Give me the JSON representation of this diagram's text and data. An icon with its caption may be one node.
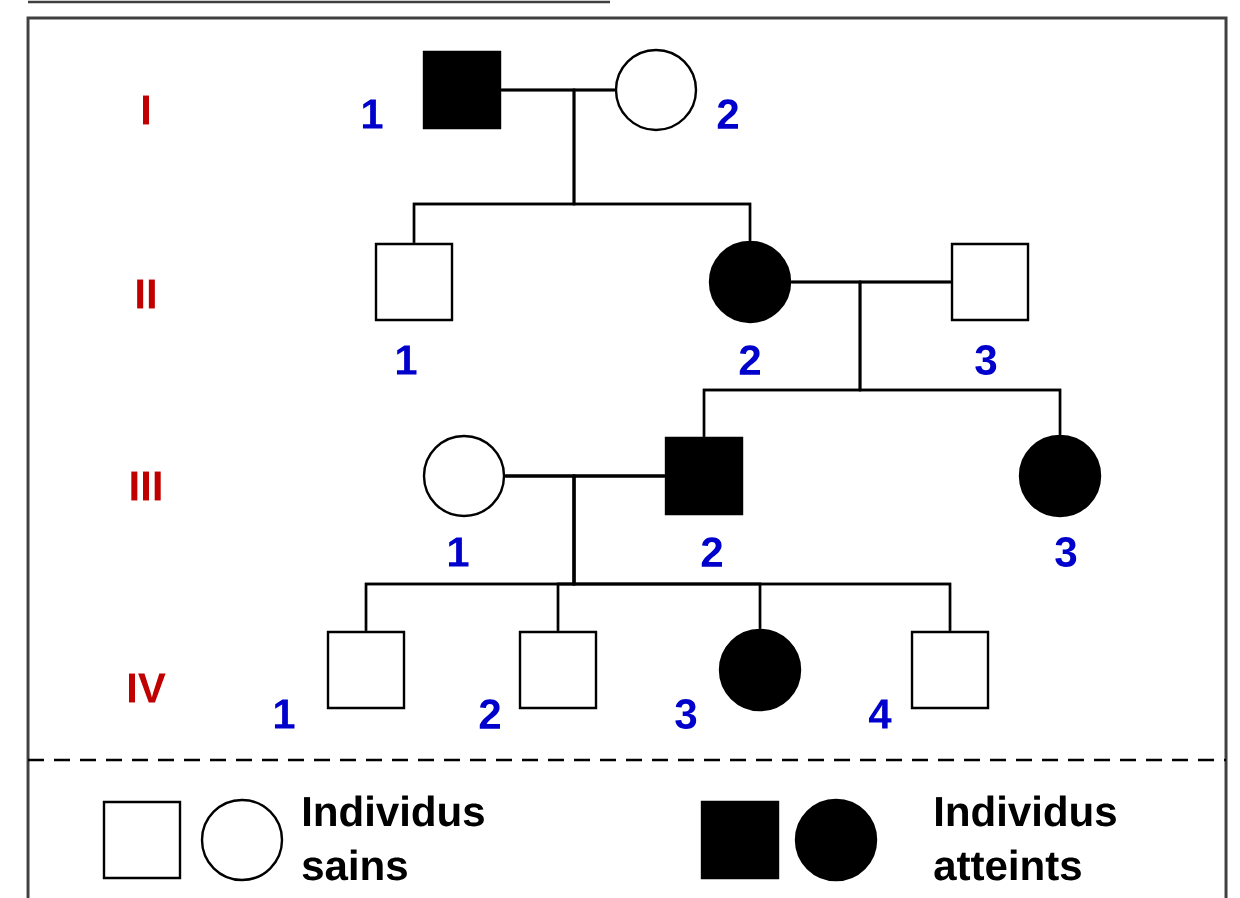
{
  "diagram": {
    "nodes": [
      {
        "text": [],
        "shape": "box",
        "beside": [
          "1"
        ]
      },
      {
        "text": [],
        "shape": "circle",
        "beside": [
          "2"
        ]
      },
      {
        "text": [],
        "shape": "box",
        "beside": [
          "1"
        ]
      },
      {
        "text": [],
        "shape": "circle",
        "beside": [
          "2"
        ]
      },
      {
        "text": [],
        "shape": "box",
        "beside": [
          "3"
        ]
      },
      {
        "text": [],
        "shape": "circle",
        "beside": [
          "1"
        ]
      },
      {
        "text": [],
        "shape": "box",
        "beside": [
          "2"
        ]
      },
      {
        "text": [],
        "shape": "circle",
        "beside": [
          "3"
        ]
      },
      {
        "text": [],
        "shape": "box",
        "beside": [
          "1"
        ]
      },
      {
        "text": [],
        "shape": "box",
        "beside": [
          "2"
        ]
      },
      {
        "text": [],
        "shape": "circle",
        "beside": [
          "3"
        ]
      },
      {
        "text": [],
        "shape": "box",
        "beside": [
          "4"
        ]
      }
    ],
    "edges": [
      {
        "from": 0,
        "to": 1,
        "arrow": "none"
      },
      {
        "from": 0,
        "to": 2,
        "arrow": "none"
      },
      {
        "from": 1,
        "to": 2,
        "arrow": "none"
      },
      {
        "from": 0,
        "to": 3,
        "arrow": "none"
      },
      {
        "from": 1,
        "to": 3,
        "arrow": "none"
      },
      {
        "from": 3,
        "to": 4,
        "arrow": "none"
      },
      {
        "from": 3,
        "to": 6,
        "arrow": "none"
      },
      {
        "from": 4,
        "to": 6,
        "arrow": "none"
      },
      {
        "from": 3,
        "to": 7,
        "arrow": "none"
      },
      {
        "from": 4,
        "to": 7,
        "arrow": "none"
      },
      {
        "from": 5,
        "to": 6,
        "arrow": "none"
      },
      {
        "from": 5,
        "to": 8,
        "arrow": "none"
      },
      {
        "from": 6,
        "to": 8,
        "arrow": "none"
      },
      {
        "from": 5,
        "to": 9,
        "arrow": "none"
      },
      {
        "from": 6,
        "to": 9,
        "arrow": "none"
      },
      {
        "from": 5,
        "to": 10,
        "arrow": "none"
      },
      {
        "from": 6,
        "to": 10,
        "arrow": "none"
      },
      {
        "from": 5,
        "to": 11,
        "arrow": "none"
      },
      {
        "from": 6,
        "to": 11,
        "arrow": "none"
      }
    ],
    "labels": [
      "I",
      "II",
      "III",
      "IV"
    ],
    "legend": [
      {
        "text": "Individus sains"
      },
      {
        "text": "Individus atteints"
      }
    ]
  }
}
